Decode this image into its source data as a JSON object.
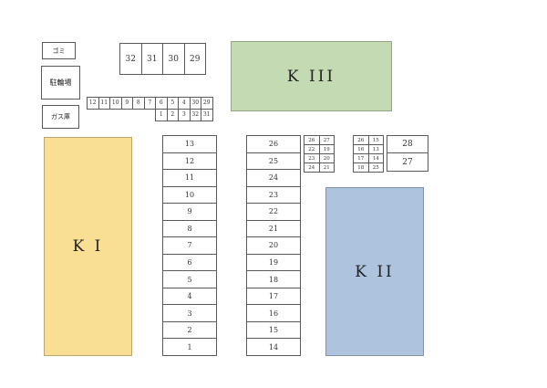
{
  "facilities": {
    "trash": "ゴミ",
    "bicycle_parking": "駐輪場",
    "gas_storage": "ガス庫"
  },
  "buildings": {
    "k1": {
      "label": "K I",
      "color": "#f8df94"
    },
    "k2": {
      "label": "K II",
      "color": "#adc3de"
    },
    "k3": {
      "label": "K III",
      "color": "#c4dab3"
    }
  },
  "large_spaces_top": [
    "32",
    "31",
    "30",
    "29"
  ],
  "strip_spaces": {
    "top_row": [
      "12",
      "11",
      "10",
      "9",
      "8",
      "7",
      "6",
      "5",
      "4",
      "30",
      "29"
    ],
    "bottom_row": [
      "1",
      "2",
      "3",
      "32",
      "31"
    ]
  },
  "left_column_spaces": [
    "13",
    "12",
    "11",
    "10",
    "9",
    "8",
    "7",
    "6",
    "5",
    "4",
    "3",
    "2",
    "1"
  ],
  "middle_column_spaces": [
    "26",
    "25",
    "24",
    "23",
    "22",
    "21",
    "20",
    "19",
    "18",
    "17",
    "16",
    "15",
    "14"
  ],
  "small_grid_left": [
    [
      "26",
      "27"
    ],
    [
      "22",
      "19"
    ],
    [
      "23",
      "20"
    ],
    [
      "24",
      "21"
    ]
  ],
  "small_grid_right": [
    [
      "26",
      "15"
    ],
    [
      "16",
      "13"
    ],
    [
      "17",
      "14"
    ],
    [
      "18",
      "25"
    ]
  ],
  "right_spaces": [
    "28",
    "27"
  ]
}
